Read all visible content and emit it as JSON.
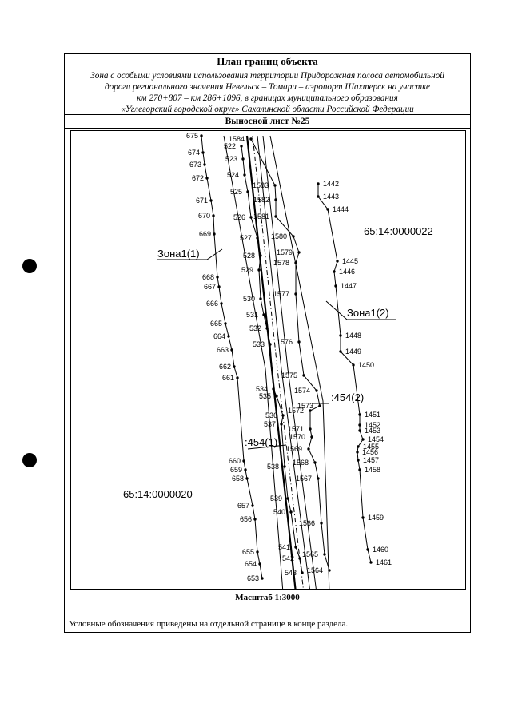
{
  "header": {
    "title": "План границ объекта",
    "description_lines": [
      "Зона с особыми условиями использования территории Придорожная полоса автомобильной",
      "дороги регионального значения Невельск – Томари – аэропорт Шахтерск на участке",
      "км 270+807 – км 286+1096, в границах муниципального образования",
      "«Углегорский городской округ» Сахалинской области Российской Федерации"
    ],
    "sheet_label": "Выносной лист №25"
  },
  "map": {
    "parcels": [
      "65:14:0000022",
      "65:14:0000020"
    ],
    "zones": [
      "Зона1(1)",
      "Зона1(2)"
    ],
    "plots": [
      ":454(1)",
      ":454(2)"
    ],
    "left_points": [
      "675",
      "674",
      "673",
      "672",
      "671",
      "670",
      "669",
      "668",
      "667",
      "666",
      "665",
      "664",
      "663",
      "662",
      "661",
      "660",
      "659",
      "658",
      "657",
      "656",
      "655",
      "654",
      "653"
    ],
    "mid_points": [
      "522",
      "523",
      "524",
      "525",
      "526",
      "527",
      "528",
      "529",
      "530",
      "531",
      "532",
      "533",
      "534",
      "535",
      "536",
      "537",
      "538",
      "539",
      "540",
      "541",
      "542",
      "543"
    ],
    "center_points": [
      "1584",
      "1583",
      "1582",
      "1581",
      "1580",
      "1579",
      "1578",
      "1577",
      "1576",
      "1575",
      "1574",
      "1573",
      "1572",
      "1571",
      "1570",
      "1569",
      "1568",
      "1567",
      "1566",
      "1565",
      "1564"
    ],
    "right_points": [
      "1442",
      "1443",
      "1444",
      "1445",
      "1446",
      "1447",
      "1448",
      "1449",
      "1450",
      "1451",
      "1452",
      "1453",
      "1454",
      "1455",
      "1456",
      "1457",
      "1458",
      "1459",
      "1460",
      "1461"
    ]
  },
  "footer": {
    "scale": "Масштаб 1:3000",
    "notes": "Условные обозначения приведены на отдельной странице в конце раздела."
  }
}
